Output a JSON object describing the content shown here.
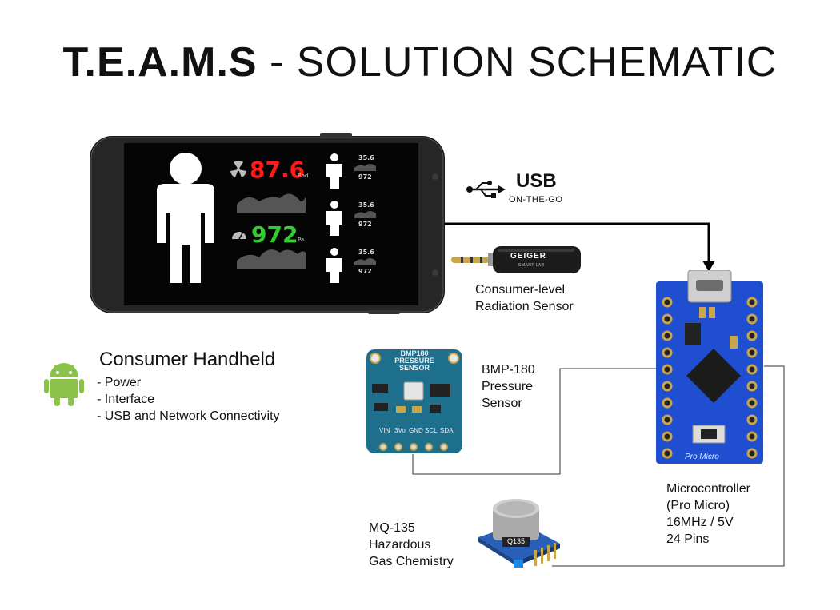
{
  "title": {
    "bold": "T.E.A.M.S",
    "rest": " - SOLUTION SCHEMATIC"
  },
  "usb": {
    "word": "USB",
    "sub": "ON-THE-GO"
  },
  "phone": {
    "radiation_value": "87.6",
    "radiation_unit": "Rad",
    "pressure_value": "972",
    "pressure_unit": "Pa",
    "mini": [
      {
        "temp": "35.6",
        "press": "972"
      },
      {
        "temp": "35.6",
        "press": "972"
      },
      {
        "temp": "35.6",
        "press": "972"
      }
    ]
  },
  "geiger": {
    "brand": "GEIGER",
    "sub": "SMART LAB"
  },
  "radiation_label": [
    "Consumer-level",
    "Radiation Sensor"
  ],
  "handheld": {
    "title": "Consumer Handheld",
    "items": [
      "- Power",
      "- Interface",
      "- USB and Network Connectivity"
    ]
  },
  "bmp_board": {
    "line1": "BMP180",
    "line2": "PRESSURE",
    "line3": "SENSOR",
    "pins": [
      "VIN",
      "3Vo",
      "GND",
      "SCL",
      "SDA"
    ]
  },
  "bmp_label": [
    "BMP-180",
    "Pressure",
    "Sensor"
  ],
  "mcu_board": {
    "name": "Pro Micro"
  },
  "mcu_label": [
    "Microcontroller",
    "(Pro Micro)",
    "16MHz / 5V",
    "24 Pins"
  ],
  "gas_board": {
    "chip": "Q135"
  },
  "gas_label": [
    "MQ-135",
    "Hazardous",
    "Gas Chemistry"
  ],
  "colors": {
    "radiation": "#ff1a1a",
    "pressure": "#33cc33",
    "android": "#8bc34a",
    "pcb_blue": "#1f4fd0",
    "bmp_teal": "#1e6f8c"
  }
}
